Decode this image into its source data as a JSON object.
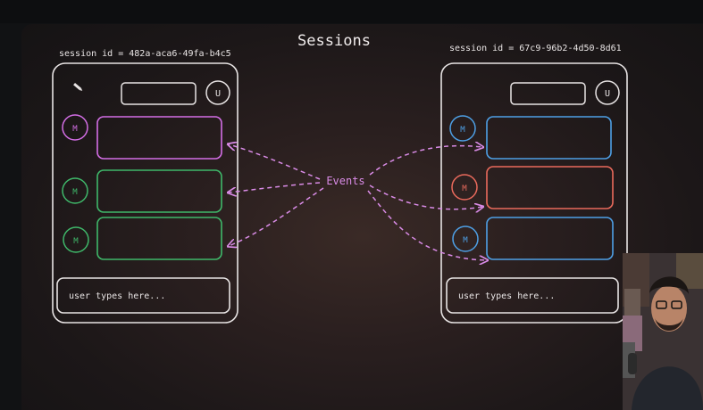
{
  "diagram": {
    "title": "Sessions",
    "center_label": "Events",
    "left_session": {
      "session_id_label": "session id = 482a-aca6-49fa-b4c5",
      "avatar_letter": "U",
      "message_badges": [
        "M",
        "M",
        "M"
      ],
      "input_placeholder": "user types here..."
    },
    "right_session": {
      "session_id_label": "session id = 67c9-96b2-4d50-8d61",
      "avatar_letter": "U",
      "message_badges": [
        "M",
        "M",
        "M"
      ],
      "input_placeholder": "user types here..."
    }
  },
  "colors": {
    "outline": "#e8e4e4",
    "purple": "#d46ee6",
    "green": "#3fb86a",
    "blue": "#4ea0e6",
    "red": "#ea6a5c",
    "arrow": "#d98be6"
  }
}
